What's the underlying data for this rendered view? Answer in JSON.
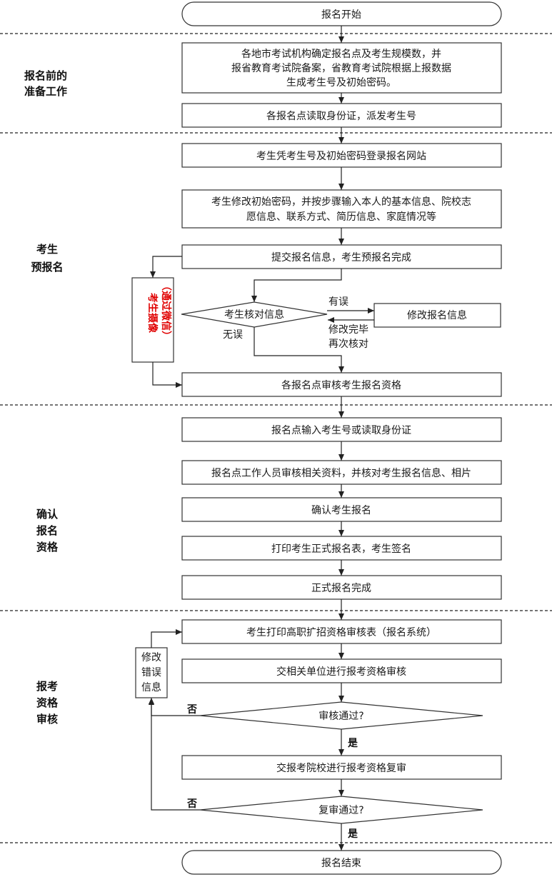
{
  "sections": {
    "prep": [
      "报名前的",
      "准备工作"
    ],
    "pre_reg": [
      "考生",
      "预报名"
    ],
    "confirm": [
      "确认",
      "报名",
      "资格"
    ],
    "review": [
      "报考",
      "资格",
      "审核"
    ]
  },
  "nodes": {
    "start": "报名开始",
    "step1": [
      "各地市考试机构确定报名点及考生规模数，并",
      "报省教育考试院备案，省教育考试院根据上报数据",
      "生成考生号及初始密码。"
    ],
    "step2": "各报名点读取身份证，派发考生号",
    "step3": "考生凭考生号及初始密码登录报名网站",
    "step4": [
      "考生修改初始密码，并按步骤输入本人的基本信息、院校志",
      "愿信息、联系方式、简历信息、家庭情况等"
    ],
    "step5": "提交报名信息，考生预报名完成",
    "check": "考生核对信息",
    "modify": "修改报名信息",
    "photo_vertical": [
      "（通过微信）",
      "考生摄像"
    ],
    "step6": "各报名点审核考生报名资格",
    "step7": "报名点输入考生号或读取身份证",
    "step8": "报名点工作人员审核相关资料，并核对考生报名信息、相片",
    "step9": "确认考生报名",
    "step10": "打印考生正式报名表，考生签名",
    "step11": "正式报名完成",
    "step12": "考生打印高职扩招资格审核表（报名系统）",
    "step13": "交相关单位进行报考资格审核",
    "decision1": "审核通过?",
    "step14": "交报考院校进行报考资格复审",
    "decision2": "复审通过?",
    "fix_box": [
      "修改",
      "错误",
      "信息"
    ],
    "end": "报名结束"
  },
  "labels": {
    "has_error": "有误",
    "no_error": "无误",
    "modified": [
      "修改完毕",
      "再次核对"
    ],
    "no1": "否",
    "yes1": "是",
    "no2": "否",
    "yes2": "是"
  }
}
